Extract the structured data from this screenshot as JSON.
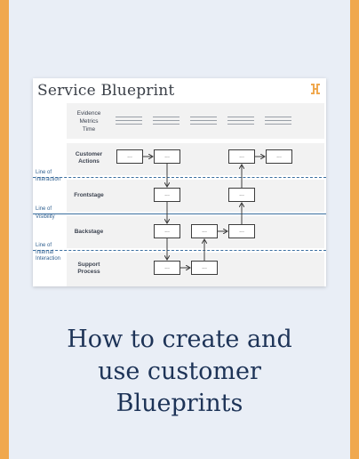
{
  "card": {
    "title": "Service Blueprint",
    "logo_icon": "bracket-logo",
    "accent_color": "#f0a84e"
  },
  "evidence": {
    "labels": [
      "Evidence",
      "Metrics",
      "Time"
    ]
  },
  "lanes": {
    "customer_actions": [
      "Customer",
      "Actions"
    ],
    "frontstage": "Frontstage",
    "backstage": "Backstage",
    "support_process": [
      "Support",
      "Process"
    ]
  },
  "lines": {
    "interaction": [
      "Line of",
      "Interaction"
    ],
    "visibility": [
      "Line of",
      "Visibility"
    ],
    "internal_interaction": [
      "Line of",
      "Internal",
      "Interaction"
    ]
  },
  "box_text": "...",
  "headline": [
    "How to create and",
    "use customer",
    "Blueprints"
  ],
  "colors": {
    "background": "#e9eef6",
    "frame": "#f0a84e",
    "headline": "#1d3357",
    "line": "#3b6fa0"
  }
}
